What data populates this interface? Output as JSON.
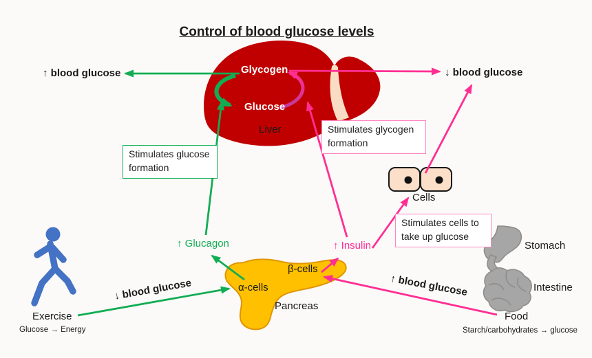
{
  "title": "Control of blood glucose levels",
  "liver": {
    "name": "Liver",
    "glycogen": "Glycogen",
    "glucose": "Glucose"
  },
  "effects": {
    "raise_blood_glucose": "↑ blood glucose",
    "lower_blood_glucose": "↓ blood glucose"
  },
  "boxes": {
    "glucose_formation": "Stimulates glucose formation",
    "glycogen_formation": "Stimulates glycogen formation",
    "cells_uptake": "Stimulates cells to take up glucose"
  },
  "hormones": {
    "glucagon": "↑ Glucagon",
    "insulin": "↑ Insulin"
  },
  "cells_label": "Cells",
  "pancreas": {
    "name": "Pancreas",
    "alpha": "α-cells",
    "beta": "β-cells"
  },
  "exercise": {
    "name": "Exercise",
    "detail": "Glucose → Energy",
    "effect": "↓ blood glucose"
  },
  "food": {
    "name": "Food",
    "detail": "Starch/carbohydrates → glucose",
    "effect": "↑ blood glucose",
    "stomach": "Stomach",
    "intestine": "Intestine"
  },
  "colors": {
    "green": "#12AD53",
    "pink": "#FF2E93",
    "pink_light": "#FF85C2",
    "liver_red": "#C00000",
    "pancreas_yellow": "#FFC000",
    "runner_blue": "#4472C4",
    "organ_gray": "#A6A6A6",
    "cell_fill": "#FBDFC9"
  }
}
